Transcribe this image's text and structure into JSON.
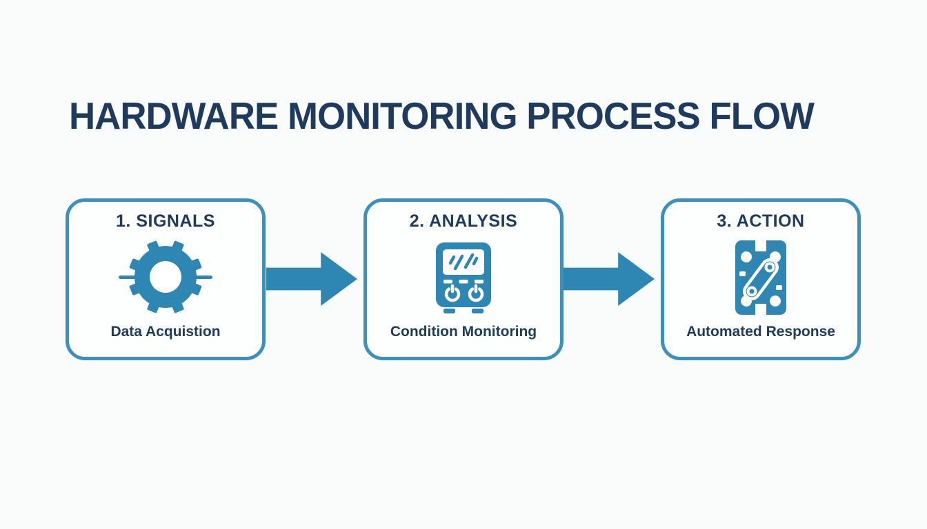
{
  "colors": {
    "background": "#fafbfb",
    "accent": "#2e86b3",
    "box-border": "#3b90bc",
    "box-bg": "#fdfefe",
    "navy": "#1e3a5c"
  },
  "title": {
    "text": "HARDWARE MONITORING PROCESS FLOW"
  },
  "steps": [
    {
      "heading": "1. SIGNALS",
      "caption": "Data Acquistion",
      "icon": "gear-icon"
    },
    {
      "heading": "2. ANALYSIS",
      "caption": "Condition Monitoring",
      "icon": "signal-analyzer-icon"
    },
    {
      "heading": "3. ACTION",
      "caption": "Automated Response",
      "icon": "circuit-board-icon"
    }
  ],
  "arrows": [
    {
      "direction": "right"
    },
    {
      "direction": "right"
    }
  ]
}
